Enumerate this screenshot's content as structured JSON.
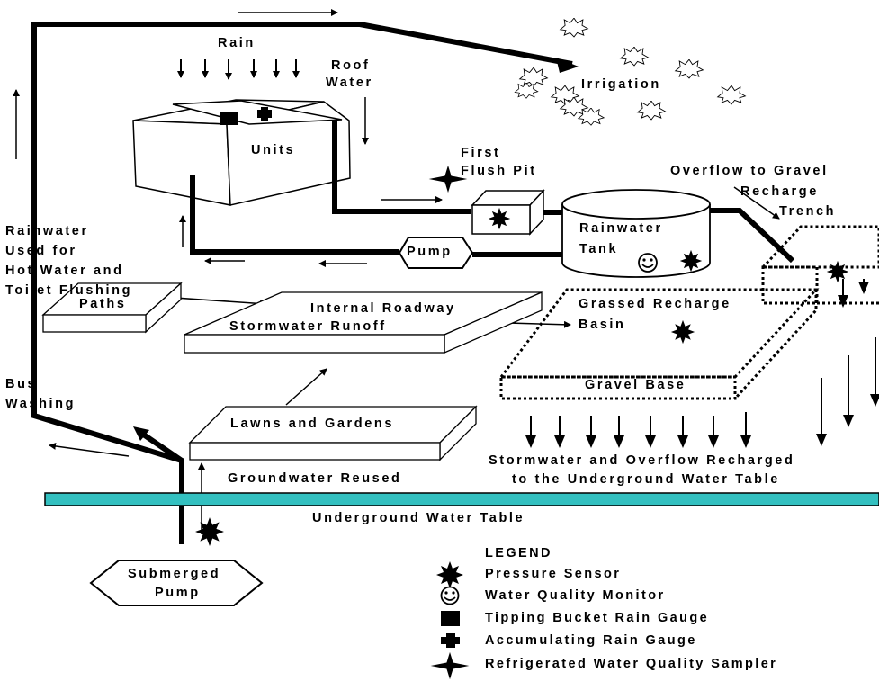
{
  "labels": {
    "rain": "Rain",
    "roof_water_1": "Roof",
    "roof_water_2": "Water",
    "units": "Units",
    "irrigation": "Irrigation",
    "first_flush_1": "First",
    "first_flush_2": "Flush Pit",
    "overflow_1": "Overflow to Gravel",
    "overflow_2": "Recharge",
    "overflow_3": "Trench",
    "rainwater_tank_1": "Rainwater",
    "rainwater_tank_2": "Tank",
    "pump": "Pump",
    "rainwater_used_1": "Rainwater",
    "rainwater_used_2": "Used for",
    "rainwater_used_3": "Hot Water and",
    "rainwater_used_4": "Toilet Flushing",
    "paths": "Paths",
    "internal_roadway": "Internal Roadway",
    "stormwater_runoff": "Stormwater Runoff",
    "grassed_basin_1": "Grassed Recharge",
    "grassed_basin_2": "Basin",
    "gravel_base": "Gravel Base",
    "bus_washing_1": "Bus",
    "bus_washing_2": "Washing",
    "lawns_gardens": "Lawns and Gardens",
    "groundwater_reused": "Groundwater Reused",
    "recharged_1": "Stormwater and Overflow Recharged",
    "recharged_2": "to the Underground Water Table",
    "water_table": "Underground Water Table",
    "submerged_pump_1": "Submerged",
    "submerged_pump_2": "Pump"
  },
  "legend": {
    "title": "LEGEND",
    "items": [
      {
        "label": "Pressure Sensor",
        "icon": "pressure-sensor-icon"
      },
      {
        "label": "Water Quality Monitor",
        "icon": "water-quality-monitor-icon"
      },
      {
        "label": "Tipping Bucket Rain Gauge",
        "icon": "tipping-bucket-rain-gauge-icon"
      },
      {
        "label": "Accumulating Rain Gauge",
        "icon": "accumulating-rain-gauge-icon"
      },
      {
        "label": "Refrigerated Water Quality Sampler",
        "icon": "refrigerated-sampler-icon"
      }
    ]
  },
  "colors": {
    "line": "#000000",
    "water_table": "#33c0c0",
    "background": "#ffffff"
  }
}
